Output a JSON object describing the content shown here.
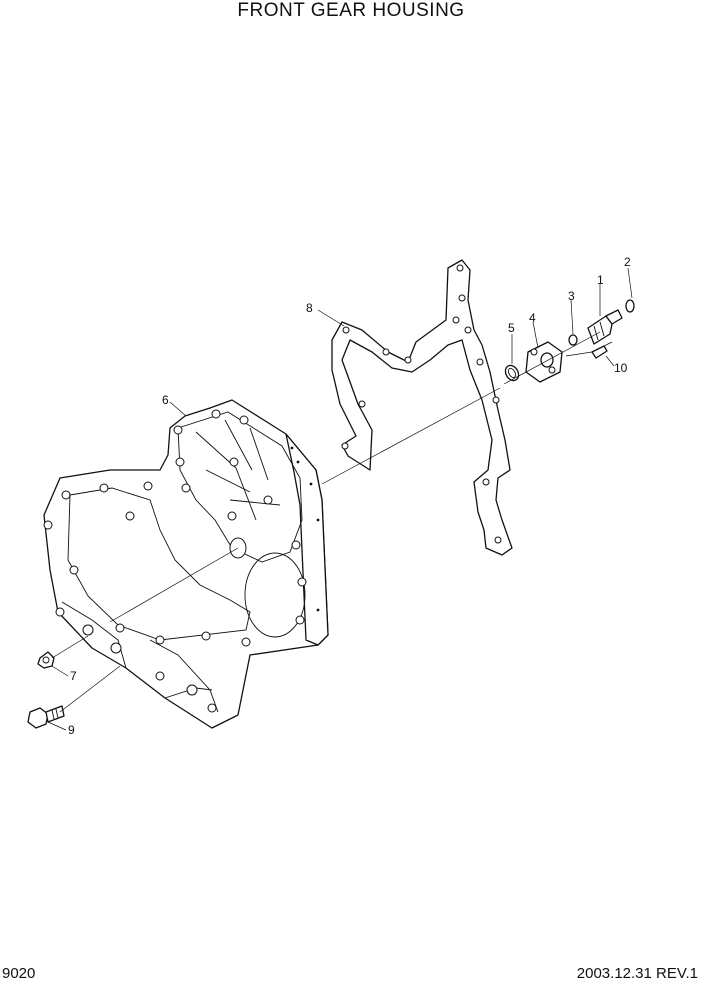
{
  "header": {
    "title": "FRONT GEAR HOUSING"
  },
  "footer": {
    "page_number": "9020",
    "date_rev": "2003.12.31  REV.1"
  },
  "callouts": {
    "c1": "1",
    "c2": "2",
    "c3": "3",
    "c4": "4",
    "c5": "5",
    "c6": "6",
    "c7": "7",
    "c8": "8",
    "c9": "9",
    "c10": "10"
  }
}
